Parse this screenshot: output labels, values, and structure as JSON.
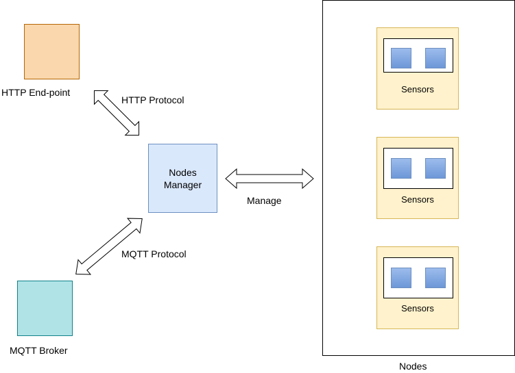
{
  "colors": {
    "http_endpoint_fill": "#fad7ac",
    "http_endpoint_stroke": "#b46504",
    "manager_fill": "#dae8fc",
    "manager_stroke": "#6c8ebf",
    "broker_fill": "#b0e3e6",
    "broker_stroke": "#0e8088",
    "node_fill": "#fff2cc",
    "node_stroke": "#d6b656",
    "sensor_fill": "#7ea6e0"
  },
  "http_endpoint": {
    "label": "HTTP End-point"
  },
  "http_link": {
    "label": "HTTP Protocol"
  },
  "manager": {
    "line1": "Nodes",
    "line2": "Manager"
  },
  "manage_link": {
    "label": "Manage"
  },
  "mqtt_link": {
    "label": "MQTT Protocol"
  },
  "mqtt_broker": {
    "label": "MQTT Broker"
  },
  "nodes_container": {
    "label": "Nodes"
  },
  "nodes": [
    {
      "sensors_label": "Sensors"
    },
    {
      "sensors_label": "Sensors"
    },
    {
      "sensors_label": "Sensors"
    }
  ]
}
